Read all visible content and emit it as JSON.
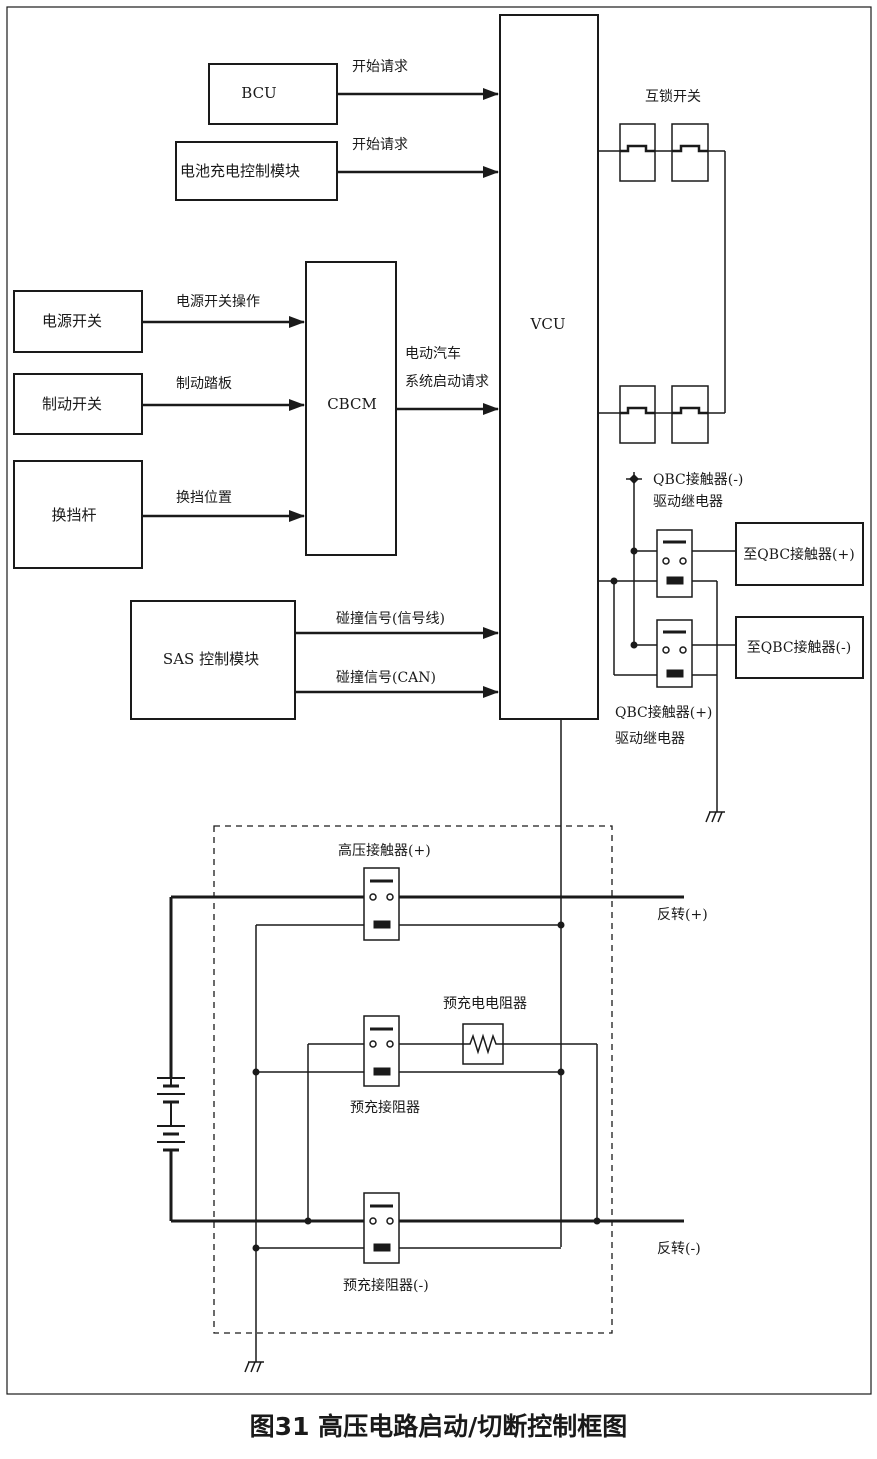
{
  "caption": "图31 高压电路启动/切断控制框图",
  "blocks": {
    "bcu": "BCU",
    "battery_charge_module": "电池充电控制模块",
    "power_switch": "电源开关",
    "brake_switch": "制动开关",
    "shift_lever": "换挡杆",
    "cbcm": "CBCM",
    "vcu": "VCU",
    "sas_module": "SAS 控制模块",
    "to_qbc_plus": "至QBC接触器(+)",
    "to_qbc_minus": "至QBC接触器(-)"
  },
  "signals": {
    "start_request_1": "开始请求",
    "start_request_2": "开始请求",
    "power_switch_op": "电源开关操作",
    "brake_pedal": "制动踏板",
    "shift_position": "换挡位置",
    "ev_start_line1": "电动汽车",
    "ev_start_line2": "系统启动请求",
    "collision_wire": "碰撞信号(信号线)",
    "collision_can": "碰撞信号(CAN)"
  },
  "labels": {
    "interlock": "互锁开关",
    "qbc_minus_relay_l1": "QBC接触器(-)",
    "qbc_minus_relay_l2": "驱动继电器",
    "qbc_plus_relay_l1": "QBC接触器(+)",
    "qbc_plus_relay_l2": "驱动继电器",
    "hv_contactor_plus": "高压接触器(+)",
    "precharge_resistor": "预充电电阻器",
    "precharge_contactor": "预充接阻器",
    "precharge_contactor_minus": "预充接阻器(-)",
    "reverse_plus": "反转(+)",
    "reverse_minus": "反转(-)"
  }
}
